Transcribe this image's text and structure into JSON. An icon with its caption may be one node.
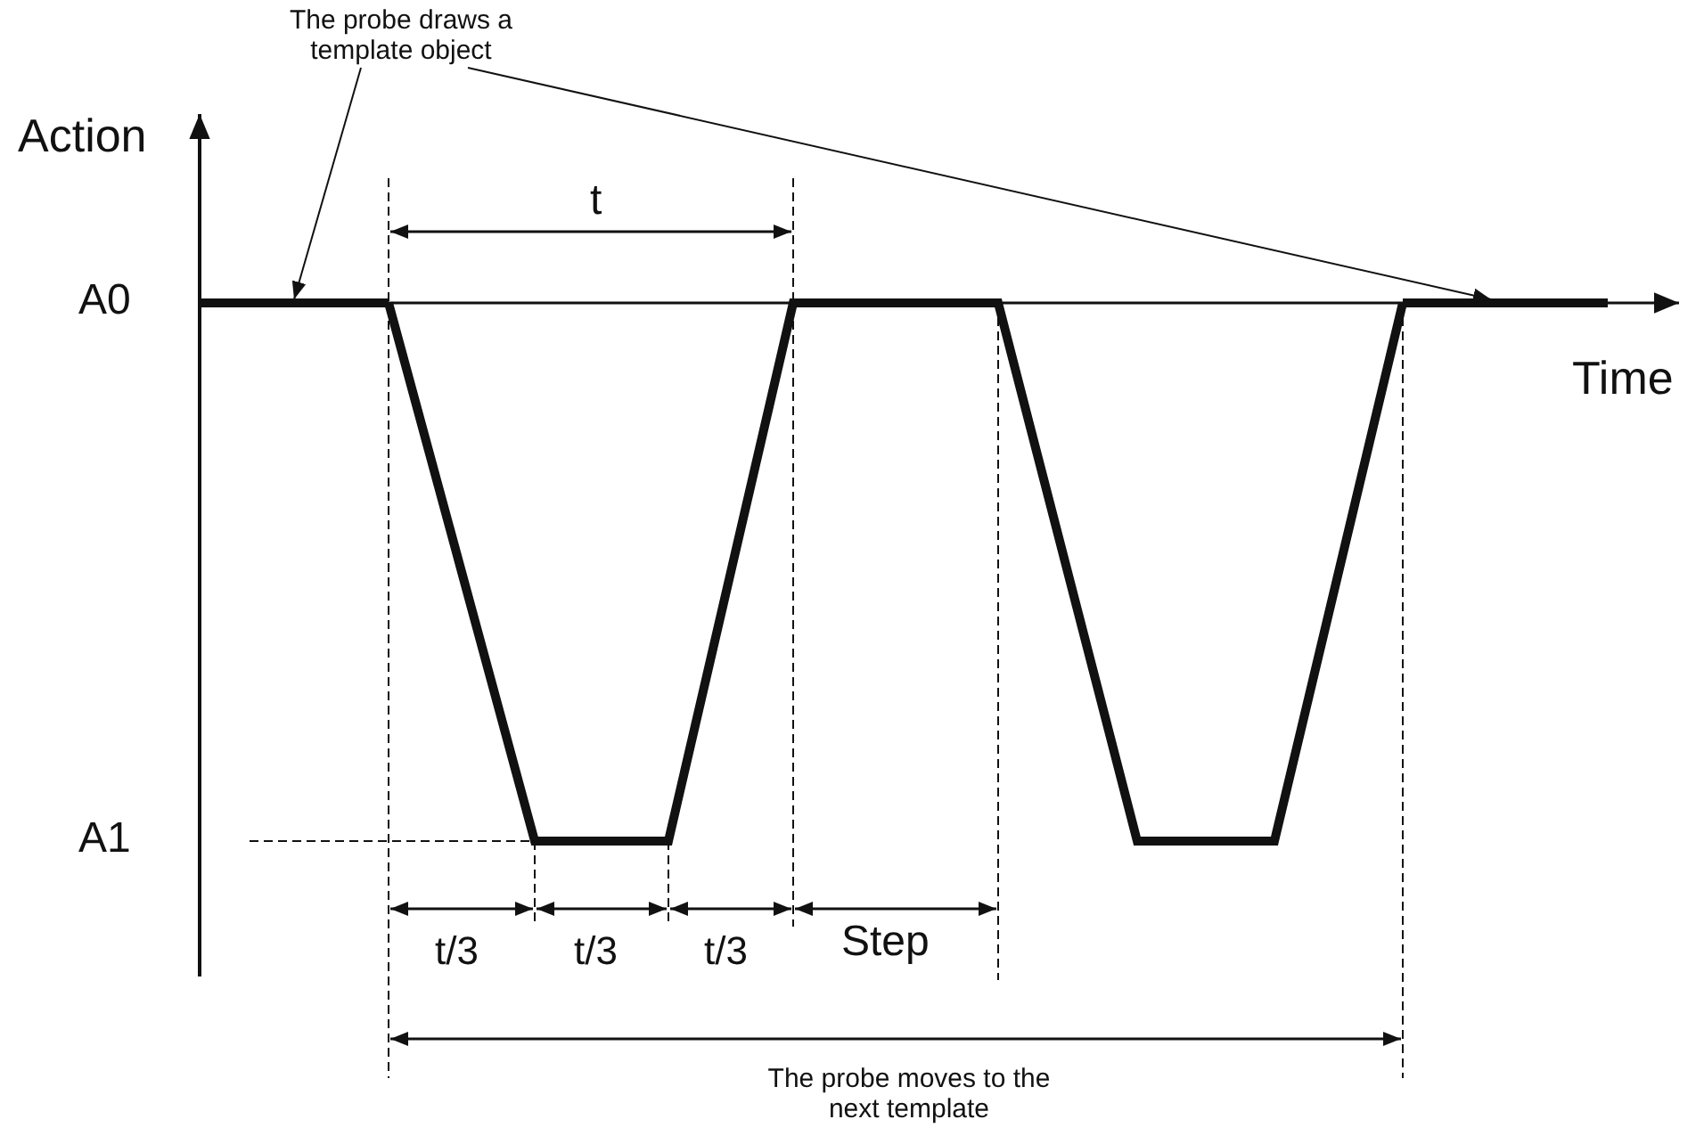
{
  "diagram": {
    "nodes": [
      {
        "text": [
          "The probe draws a template object"
        ]
      },
      {
        "text": [],
        "shape": "line"
      },
      {
        "text": [],
        "shape": "line"
      }
    ],
    "edges": [
      {
        "from": 0,
        "to": 1,
        "arrow": "to"
      },
      {
        "from": 0,
        "to": 2,
        "arrow": "to"
      }
    ],
    "labels": [
      "Action",
      "A0",
      "t",
      "Time",
      "A1",
      "t/3",
      "t/3",
      "t/3",
      "Step",
      "The probe moves to the next template"
    ]
  }
}
